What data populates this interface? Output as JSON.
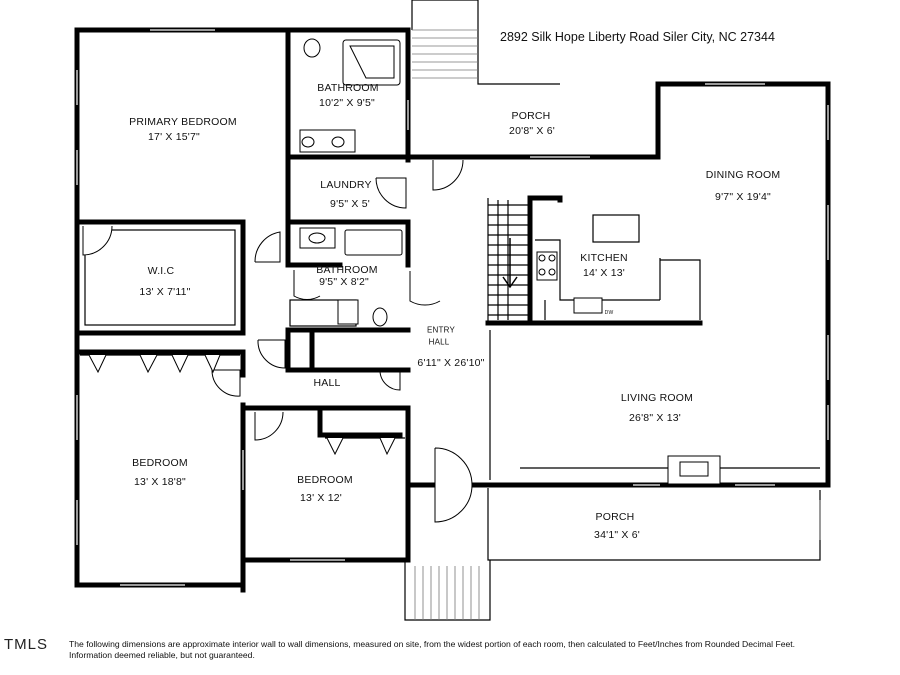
{
  "header": {
    "address": "2892 Silk Hope Liberty Road  Siler City, NC  27344"
  },
  "rooms": {
    "primary_bedroom": {
      "name": "PRIMARY BEDROOM",
      "dims": "17' X 15'7\""
    },
    "bathroom_primary": {
      "name": "BATHROOM",
      "dims": "10'2\" X 9'5\""
    },
    "porch_rear": {
      "name": "PORCH",
      "dims": "20'8\" X 6'"
    },
    "dining_room": {
      "name": "DINING ROOM",
      "dims": "9'7\" X 19'4\""
    },
    "laundry": {
      "name": "LAUNDRY",
      "dims": "9'5\" X 5'"
    },
    "wic": {
      "name": "W.I.C",
      "dims": "13' X 7'11\""
    },
    "bathroom_hall": {
      "name": "BATHROOM",
      "dims": "9'5\" X 8'2\""
    },
    "kitchen": {
      "name": "KITCHEN",
      "dims": "14' X 13'"
    },
    "entry_hall": {
      "name": "ENTRY HALL",
      "line1": "ENTRY",
      "line2": "HALL",
      "dims": "6'11\" X 26'10\""
    },
    "hall": {
      "name": "HALL"
    },
    "living_room": {
      "name": "LIVING ROOM",
      "dims": "26'8\" X 13'"
    },
    "bedroom_left": {
      "name": "BEDROOM",
      "dims": "13' X 18'8\""
    },
    "bedroom_mid": {
      "name": "BEDROOM",
      "dims": "13' X 12'"
    },
    "porch_front": {
      "name": "PORCH",
      "dims": "34'1\" X 6'"
    }
  },
  "fixtures": {
    "dishwasher": "DW"
  },
  "footer": {
    "logo": "TMLS",
    "disclaimer_line1": "The following dimensions are approximate interior wall to wall dimensions, measured on site, from the widest portion of each room, then calculated to Feet/Inches from Rounded Decimal Feet.",
    "disclaimer_line2": "Information deemed reliable, but not guaranteed."
  },
  "colors": {
    "wall": "#000000",
    "window": "#9a9a9a",
    "background": "#ffffff"
  }
}
